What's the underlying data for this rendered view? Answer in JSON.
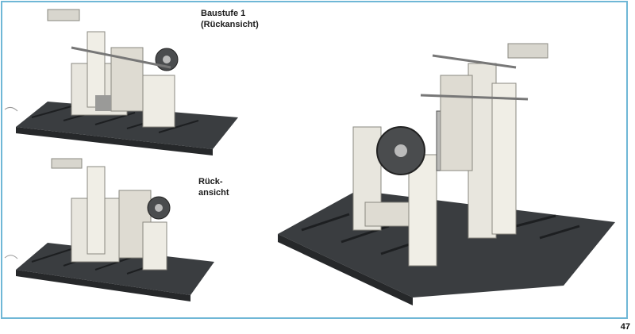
{
  "captions": {
    "top_line1": "Baustufe 1",
    "top_line2": "(Rückansicht)",
    "bottom_line1": "Rück-",
    "bottom_line2": "ansicht"
  },
  "page_number": "47",
  "colors": {
    "frame": "#6fb7d6",
    "base_plate": "#3a3d40",
    "block": "#e8e6de",
    "metal": "#9a9a98"
  }
}
